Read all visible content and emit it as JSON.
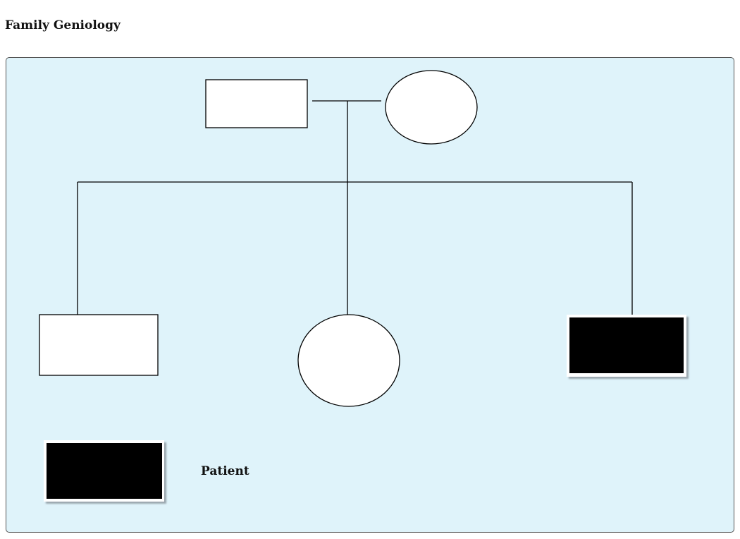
{
  "page": {
    "title": "Family Geniology"
  },
  "legend": {
    "patient_label": "Patient"
  },
  "colors": {
    "panel_background": "#dff3fa",
    "unaffected_fill": "#ffffff",
    "affected_fill": "#000000",
    "line": "#000000"
  },
  "pedigree": {
    "parents": [
      {
        "role": "father",
        "shape": "square",
        "affected": false
      },
      {
        "role": "mother",
        "shape": "circle",
        "affected": false
      }
    ],
    "children": [
      {
        "role": "son-left",
        "shape": "square",
        "affected": false
      },
      {
        "role": "daughter",
        "shape": "circle",
        "affected": false
      },
      {
        "role": "son-right-patient",
        "shape": "square",
        "affected": true
      }
    ]
  }
}
